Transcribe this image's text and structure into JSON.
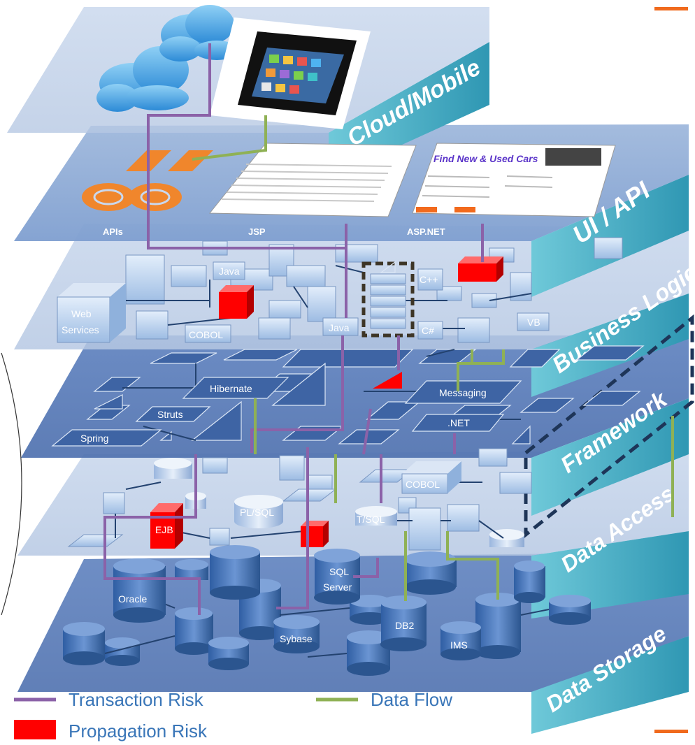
{
  "layers": [
    {
      "id": "cloud",
      "label": "Cloud/Mobile"
    },
    {
      "id": "ui",
      "label": "UI / API"
    },
    {
      "id": "business",
      "label": "Business Logic"
    },
    {
      "id": "framework",
      "label": "Framework"
    },
    {
      "id": "data_access",
      "label": "Data Access"
    },
    {
      "id": "data_storage",
      "label": "Data Storage"
    }
  ],
  "ui_labels": {
    "apis": "APIs",
    "jsp": "JSP",
    "aspnet": "ASP.NET"
  },
  "car_page": {
    "title": "Find New & Used Cars"
  },
  "business_labels": {
    "web_services": "Web Services",
    "web": "Web",
    "services": "Services",
    "cobol": "COBOL",
    "java_top": "Java",
    "java_bottom": "Java",
    "cpp": "C++",
    "csharp": "C#",
    "vb": "VB"
  },
  "framework_labels": {
    "hibernate": "Hibernate",
    "struts": "Struts",
    "spring": "Spring",
    "messaging": "Messaging",
    "dotnet": ".NET"
  },
  "data_access_labels": {
    "cobol": "COBOL",
    "plsql": "PL/SQL",
    "tsql": "T/SQL",
    "ejb": "EJB"
  },
  "storage_labels": {
    "oracle": "Oracle",
    "sql": "SQL",
    "server": "Server",
    "db2": "DB2",
    "sybase": "Sybase",
    "ims": "IMS"
  },
  "legend": {
    "transaction_risk": "Transaction Risk",
    "data_flow": "Data Flow",
    "propagation_risk": "Propagation Risk"
  },
  "colors": {
    "transaction_risk": "#8b62a8",
    "data_flow": "#8fb155",
    "propagation_risk": "#ff0000",
    "layer_tab": "#4fb3c9",
    "accent": "#f06a1d",
    "legend_text": "#3a76b8"
  }
}
